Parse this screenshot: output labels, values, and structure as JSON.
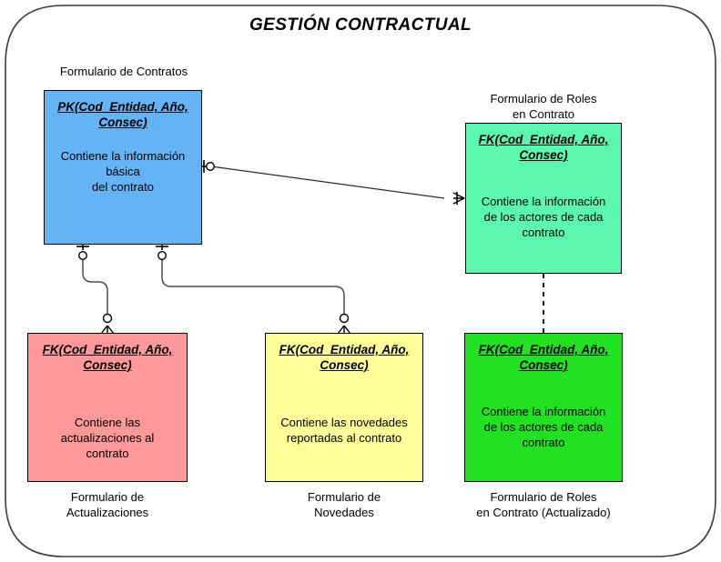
{
  "diagram": {
    "title": "GESTIÓN CONTRACTUAL",
    "container_shape": "rounded-rectangle",
    "colors": {
      "contracts": "#64b4f5",
      "roles": "#5cf7ae",
      "updates": "#f99",
      "news": "#ffff99",
      "roles_updated": "#22e022",
      "border": "#000000",
      "line": "#4d4d4d",
      "text": "#000000"
    },
    "entities": [
      {
        "id": "contracts",
        "caption": "Formulario de Contratos",
        "caption_position": "above",
        "key": "PK(Cod_Entidad, Año, Consec)",
        "description": "Contiene la información básica\ndel contrato",
        "desc_line1": "Contiene la información",
        "desc_line2": "básica",
        "desc_line3": "del contrato",
        "color": "#64b4f5"
      },
      {
        "id": "roles",
        "caption_line1": "Formulario de Roles",
        "caption_line2": "en Contrato",
        "caption_position": "above",
        "key": "FK(Cod_Entidad, Año, Consec)",
        "desc_line1": "Contiene la información",
        "desc_line2": "de los actores de cada",
        "desc_line3": "contrato",
        "color": "#5cf7ae"
      },
      {
        "id": "updates",
        "caption_line1": "Formulario de",
        "caption_line2": "Actualizaciones",
        "caption_position": "below",
        "key": "FK(Cod_Entidad, Año, Consec)",
        "desc_line1": "Contiene las",
        "desc_line2": "actualizaciones al",
        "desc_line3": "contrato",
        "color": "#ff9999"
      },
      {
        "id": "news",
        "caption_line1": "Formulario de",
        "caption_line2": "Novedades",
        "caption_position": "below",
        "key": "FK(Cod_Entidad, Año, Consec)",
        "desc_line1": "Contiene las novedades",
        "desc_line2": "reportadas al contrato",
        "desc_line3": "",
        "color": "#ffff99"
      },
      {
        "id": "roles_updated",
        "caption_line1": "Formulario de Roles",
        "caption_line2": "en Contrato (Actualizado)",
        "caption_position": "below",
        "key": "FK(Cod_Entidad, Año, Consec)",
        "desc_line1": "Contiene la información",
        "desc_line2": "de los actores de cada",
        "desc_line3": "contrato",
        "color": "#22e022"
      }
    ],
    "relationships": [
      {
        "id": "contracts-roles",
        "from": "contracts",
        "to": "roles",
        "from_cardinality": "one-and-only-one-optional",
        "to_cardinality": "many",
        "style": "solid"
      },
      {
        "id": "contracts-updates",
        "from": "contracts",
        "to": "updates",
        "from_cardinality": "zero-or-one",
        "to_cardinality": "zero-or-many",
        "style": "solid"
      },
      {
        "id": "contracts-news",
        "from": "contracts",
        "to": "news",
        "from_cardinality": "zero-or-one",
        "to_cardinality": "zero-or-many",
        "style": "solid"
      },
      {
        "id": "roles-roles_updated",
        "from": "roles",
        "to": "roles_updated",
        "from_cardinality": "none",
        "to_cardinality": "none",
        "style": "dashed"
      }
    ]
  }
}
